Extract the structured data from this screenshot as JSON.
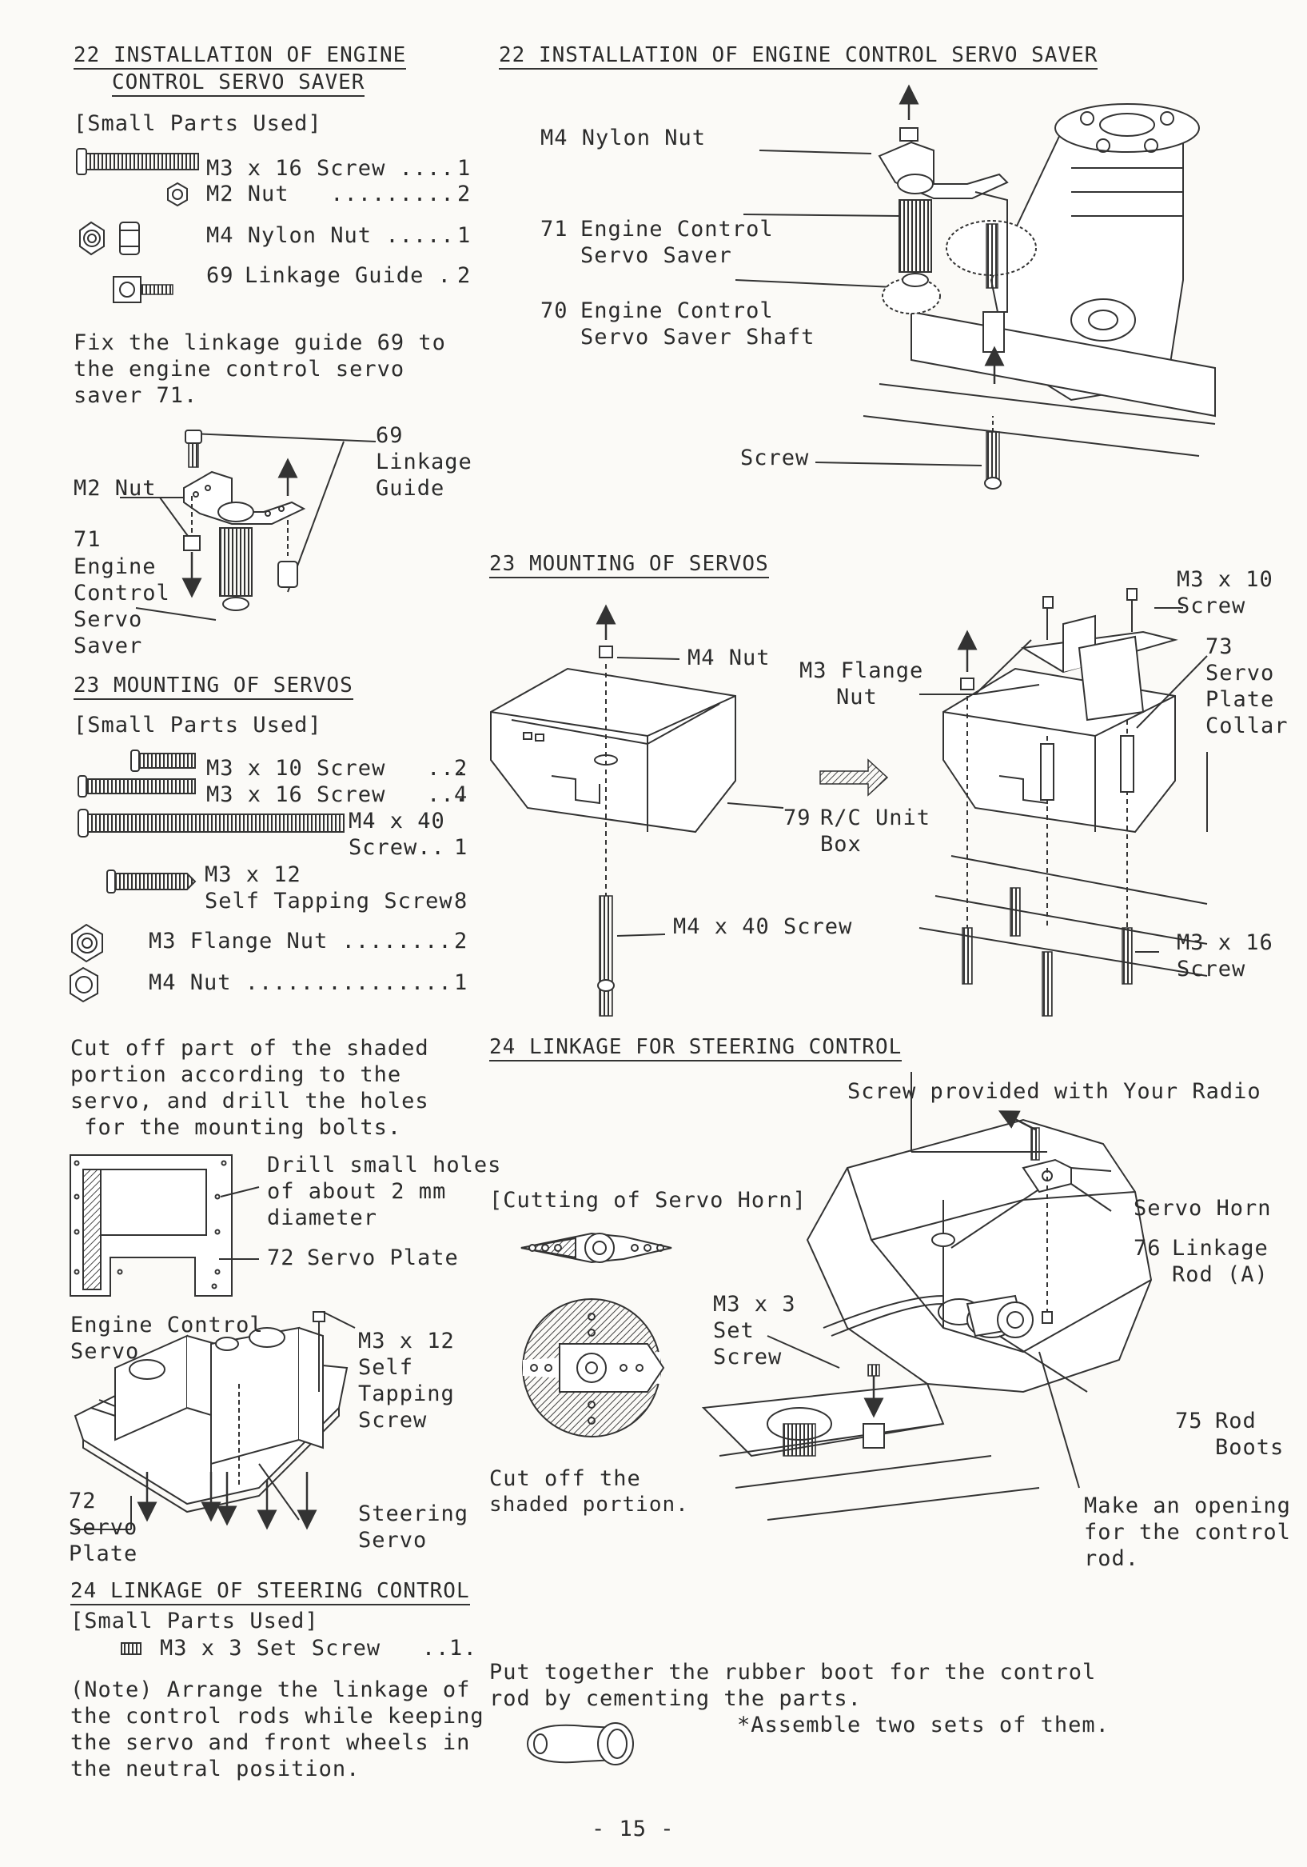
{
  "left": {
    "s22": {
      "heading_line1": "22 INSTALLATION OF ENGINE",
      "heading_line2": "CONTROL SERVO SAVER",
      "parts_label": "[Small Parts Used]",
      "parts": [
        {
          "name": "M3 x 16 Screw ....",
          "qty": "1"
        },
        {
          "name": "M2 Nut   .........",
          "qty": "2"
        },
        {
          "name": "M4 Nylon Nut .....",
          "qty": "1"
        },
        {
          "name": "Linkage Guide .",
          "qty": "2",
          "no": "69"
        }
      ],
      "instruction": [
        "Fix the linkage guide 69 to",
        "the engine control servo",
        "saver 71."
      ],
      "fig_labels": {
        "m2_nut": "M2 Nut",
        "guide_no": "69",
        "guide_1": "Linkage",
        "guide_2": "Guide",
        "saver_no": "71",
        "saver_1": "Engine",
        "saver_2": "Control",
        "saver_3": "Servo",
        "saver_4": "Saver"
      }
    },
    "s23": {
      "heading": "23 MOUNTING OF SERVOS",
      "parts_label": "[Small Parts Used]",
      "parts": [
        {
          "name": "M3 x 10 Screw   ...",
          "qty": "2"
        },
        {
          "name": "M3 x 16 Screw   ...",
          "qty": "4"
        },
        {
          "name": "M4 x 40",
          "name2": "Screw..",
          "qty": "1"
        },
        {
          "name": "M3 x 12",
          "name2": "Self Tapping Screw",
          "qty": "8"
        },
        {
          "name": "M3 Flange Nut ........",
          "qty": "2"
        },
        {
          "name": "M4 Nut ...............",
          "qty": "1"
        }
      ],
      "instruction": [
        "Cut off part of the shaded",
        "portion according to the",
        "servo, and drill the holes",
        " for the mounting bolts."
      ],
      "plate_labels": {
        "drill_1": "Drill small holes",
        "drill_2": "of about 2 mm",
        "drill_3": "diameter",
        "plate_no": "72",
        "plate": "Servo Plate"
      },
      "assembly_labels": {
        "engine_servo_1": "Engine Control",
        "engine_servo_2": "Servo",
        "screw_1": "M3 x 12",
        "screw_2": "Self",
        "screw_3": "Tapping",
        "screw_4": "Screw",
        "plate_no": "72",
        "plate_1": "Servo",
        "plate_2": "Plate",
        "steering_1": "Steering",
        "steering_2": "Servo"
      }
    },
    "s24": {
      "heading": "24 LINKAGE OF STEERING CONTROL",
      "parts_label": "[Small Parts Used]",
      "parts": [
        {
          "name": "M3 x 3 Set Screw   ....",
          "qty": "1"
        }
      ],
      "note": [
        "(Note) Arrange the linkage of",
        "the control rods while keeping",
        "the servo and front wheels in",
        "the neutral position."
      ]
    }
  },
  "right": {
    "s22": {
      "heading": "22 INSTALLATION OF ENGINE CONTROL SERVO SAVER",
      "labels": {
        "nylon_nut": "M4 Nylon Nut",
        "saver_no": "71",
        "saver_1": "Engine Control",
        "saver_2": "Servo Saver",
        "shaft_no": "70",
        "shaft_1": "Engine Control",
        "shaft_2": "Servo Saver Shaft",
        "screw": "Screw"
      }
    },
    "s23": {
      "heading": "23 MOUNTING OF SERVOS",
      "labels": {
        "m4_nut": "M4 Nut",
        "flange_1": "M3 Flange",
        "flange_2": "Nut",
        "box_no": "79",
        "box_1": "R/C Unit",
        "box_2": "Box",
        "m4x40": "M4 x 40 Screw",
        "m3x10_1": "M3 x 10",
        "m3x10_2": "Screw",
        "collar_no": "73",
        "collar_1": "Servo",
        "collar_2": "Plate",
        "collar_3": "Collar",
        "m3x16_1": "M3 x 16",
        "m3x16_2": "Screw"
      }
    },
    "s24": {
      "heading": "24 LINKAGE FOR STEERING CONTROL",
      "labels": {
        "radio_screw": "Screw provided with Your Radio",
        "cutting": "[Cutting of Servo Horn]",
        "cut_off_1": "Cut off the",
        "cut_off_2": "shaded portion.",
        "set_screw_1": "M3 x 3",
        "set_screw_2": "Set",
        "set_screw_3": "Screw",
        "horn": "Servo Horn",
        "rod_no": "76",
        "rod_1": "Linkage",
        "rod_2": "Rod (A)",
        "boots_no": "75",
        "boots_1": "Rod",
        "boots_2": "Boots",
        "opening_1": "Make an opening",
        "opening_2": "for the control",
        "opening_3": "rod."
      },
      "boot_text": [
        "Put together the rubber boot for the control",
        "rod by cementing the parts.",
        "*Assemble two sets of them."
      ]
    }
  },
  "page_number": "- 15 -"
}
